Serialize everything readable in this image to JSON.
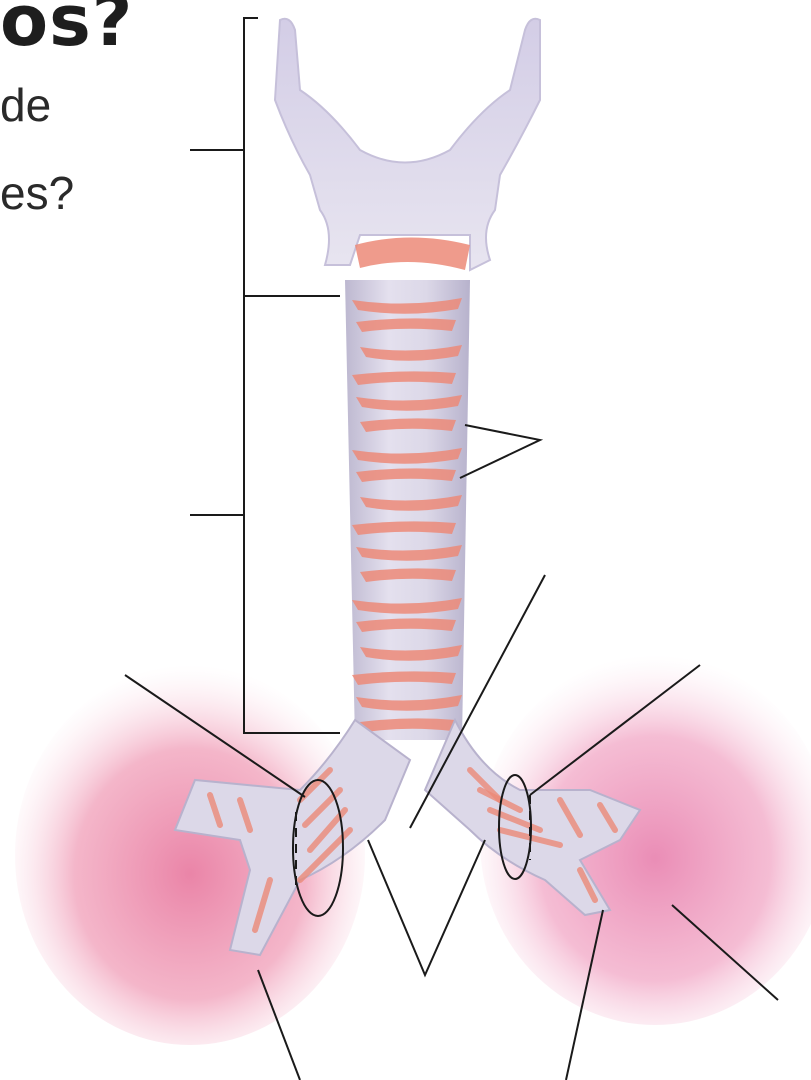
{
  "heading": {
    "title_fragment": "os?",
    "line1_fragment": "de",
    "line2_fragment": "es?"
  },
  "colors": {
    "cartilage": "#d9d4e6",
    "cartilage_shade": "#c3bfd6",
    "ring_gap": "#ec8a78",
    "lung": "#f2a6bd",
    "lung_core": "#eb8fb0",
    "leader": "#1a1a1a"
  },
  "icons": [
    "trachea-illustration",
    "larynx-illustration",
    "lung-illustration",
    "bronchus-illustration"
  ]
}
